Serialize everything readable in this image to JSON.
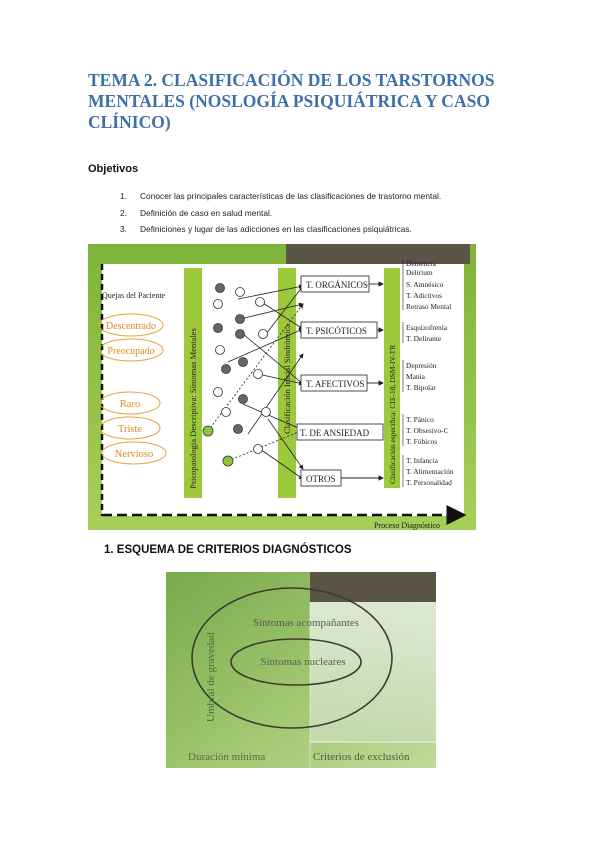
{
  "document": {
    "title": "TEMA 2. CLASIFICACIÓN DE LOS TARSTORNOS MENTALES (NOSLOGÍA PSIQUIÁTRICA Y CASO CLÍNICO)",
    "objectives_heading": "Objetivos",
    "objectives": [
      {
        "num": "1.",
        "text": "Conocer las principales características de las clasificaciones de trastorno mental."
      },
      {
        "num": "2.",
        "text": "Definición de caso en salud mental."
      },
      {
        "num": "3.",
        "text": "Definiciones y lugar de las adicciones en las clasificaciones psiquiátricas."
      }
    ],
    "section1_heading": "1.   ESQUEMA DE CRITERIOS DIAGNÓSTICOS"
  },
  "diagram1": {
    "complaints_label": "Quejas del Paciente",
    "complaints": [
      "Descentrado",
      "Preocupado",
      "Raro",
      "Triste",
      "Nervioso"
    ],
    "bar1_label": "Psicopatología Descriptiva: Síntomas Mentales",
    "bar2_label": "Clasificación Inicial Sindrómica",
    "bar3_label": "Clasificación específica: CIE-10, DSM-IV-TR",
    "groups": [
      "T. ORGÁNICOS",
      "T. PSICÓTICOS",
      "T. AFECTIVOS",
      "T. DE ANSIEDAD",
      "OTROS"
    ],
    "specific": [
      [
        "Demencia",
        "Delirium",
        "S. Amnésico",
        "T. Adictivos",
        "Retraso Mental"
      ],
      [
        "Esquizofrenia",
        "T. Delirante"
      ],
      [
        "Depresión",
        "Manía",
        "T. Bipolar"
      ],
      [
        "T. Pánico",
        "T. Obsesivo-C",
        "T. Fóbicos"
      ],
      [
        "T. Infancia",
        "T. Alimentación",
        "T. Personalidad"
      ]
    ],
    "process_label": "Proceso Diagnóstico",
    "colors": {
      "bar": "#9cc83c",
      "frame": "#8fbf3a",
      "complaint_text": "#e08a1e",
      "complaint_ellipse": "#e8a23a"
    }
  },
  "diagram2": {
    "y_label": "Umbral de gravedad",
    "outer_label": "Síntomas acompañantes",
    "inner_label": "Síntomas nucleares",
    "bottom_left_label": "Duración mínima",
    "bottom_right_label": "Criterios de exclusión",
    "colors": {
      "green": "#86b55a",
      "dark": "#5a5446"
    }
  }
}
